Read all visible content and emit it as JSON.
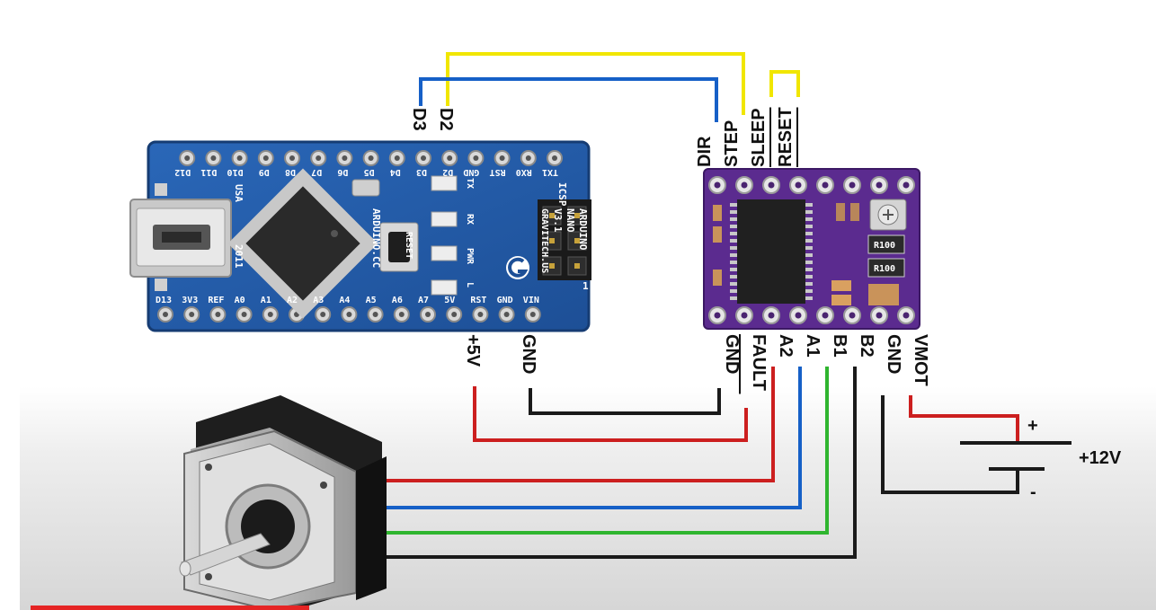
{
  "wire_colors": {
    "yellow": "#f1e600",
    "blue": "#1660c7",
    "red": "#cc1f1f",
    "green": "#2fb52f",
    "black": "#1a1a1a"
  },
  "arduino": {
    "top_pins": [
      "TX1",
      "RX0",
      "RST",
      "GND",
      "D2",
      "D3",
      "D4",
      "D5",
      "D6",
      "D7",
      "D8",
      "D9",
      "D10",
      "D11",
      "D12"
    ],
    "bottom_pins": [
      "D13",
      "3V3",
      "REF",
      "A0",
      "A1",
      "A2",
      "A3",
      "A4",
      "A5",
      "A6",
      "A7",
      "5V",
      "RST",
      "GND",
      "VIN"
    ],
    "board_text": [
      "ARDUINO",
      "NANO",
      "V3.1",
      "GRAVITECH.US"
    ],
    "website": "ARDUINO.CC",
    "country": "USA",
    "year": "2011",
    "icsp": "ICSP",
    "reset": "RESET",
    "led_labels": [
      "TX",
      "RX",
      "PWR",
      "L"
    ],
    "pin1": "1"
  },
  "driver": {
    "top_labels": [
      "DIR",
      "STEP",
      "SLEEP",
      "RESET"
    ],
    "bottom_labels": [
      "GND",
      "FAULT",
      "A2",
      "A1",
      "B1",
      "B2",
      "GND",
      "VMOT"
    ],
    "resistor_label": "R100"
  },
  "nano_wire_labels": {
    "d3": "D3",
    "d2": "D2",
    "v5": "+5V",
    "gnd": "GND"
  },
  "power": {
    "plus": "+",
    "minus": "-",
    "voltage": "+12V"
  }
}
